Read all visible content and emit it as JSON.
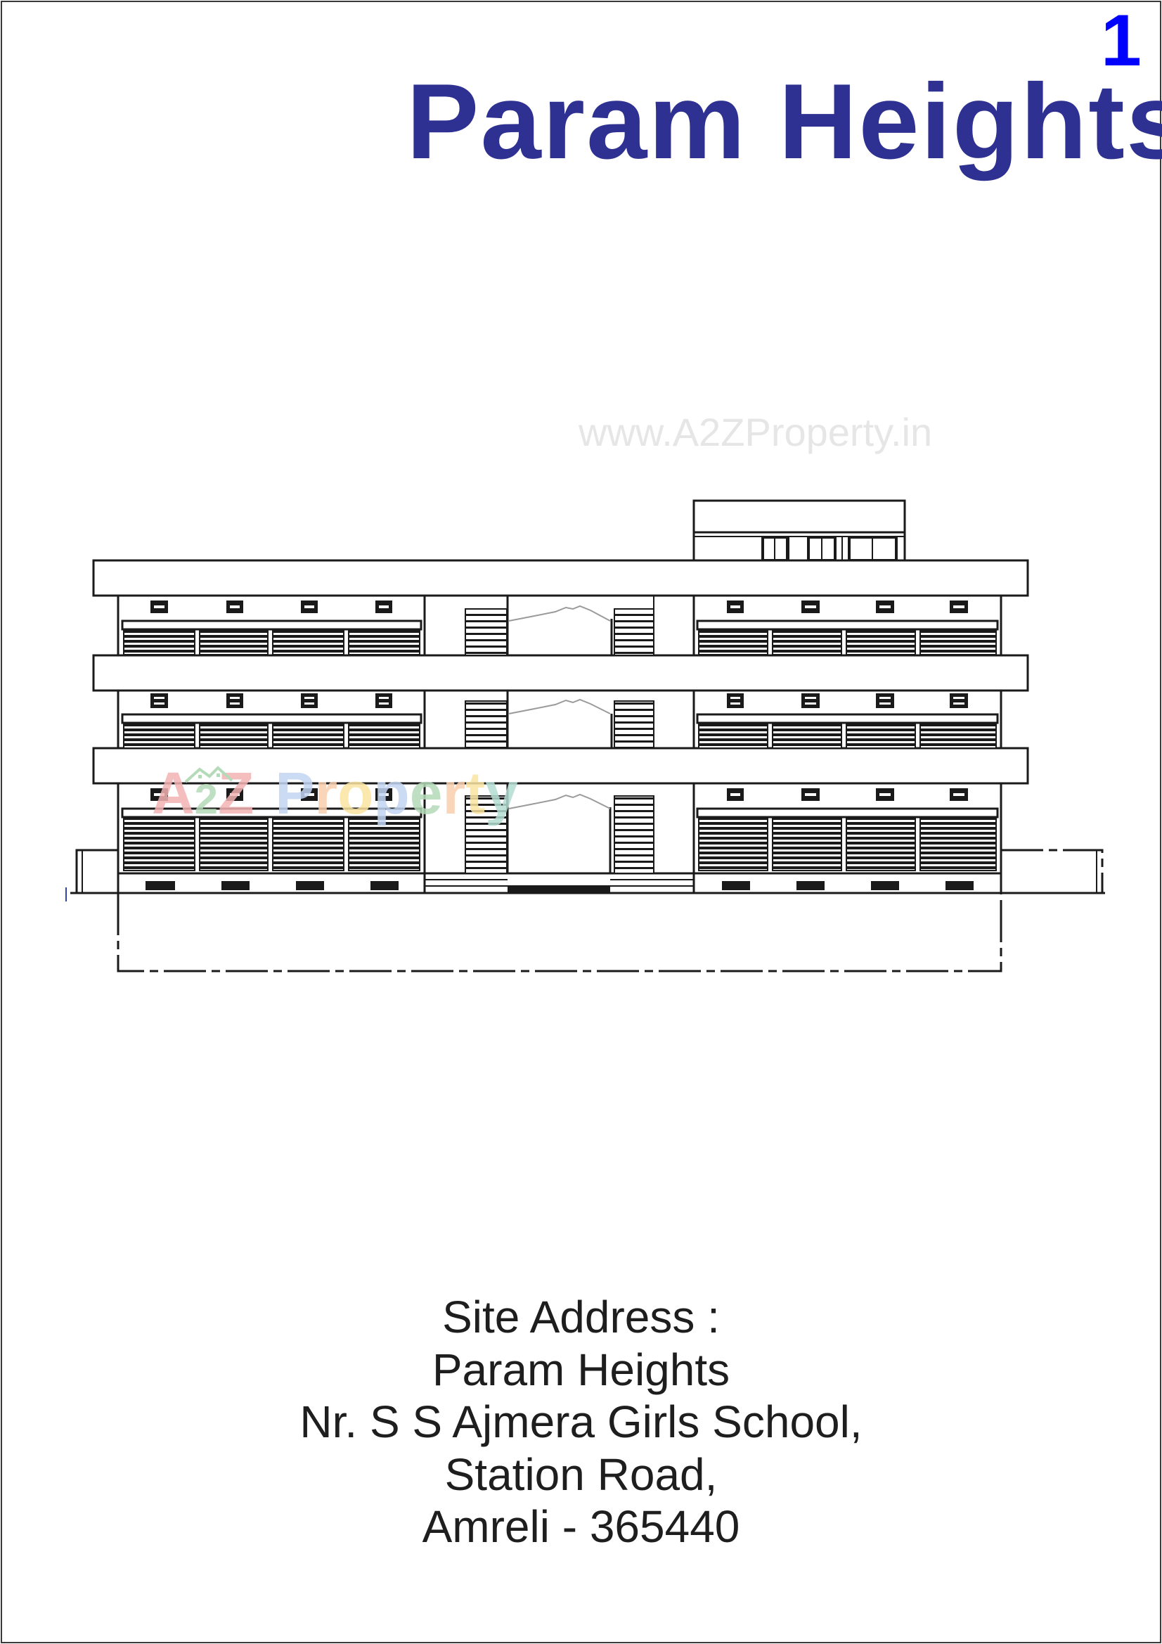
{
  "page": {
    "number": "1",
    "title": "Param Heights",
    "title_color": "#2e3192",
    "number_color": "#0000ff"
  },
  "watermarks": {
    "site_url": "www.A2ZProperty.in",
    "logo": {
      "text": "A2Z Property",
      "letters": [
        {
          "ch": "A",
          "color": "#f4b3b3"
        },
        {
          "ch": "2",
          "color": "#b5dab8"
        },
        {
          "ch": "Z",
          "color": "#f4b3b3"
        },
        {
          "ch": " ",
          "color": "#ffffff"
        },
        {
          "ch": "P",
          "color": "#c3d5f3"
        },
        {
          "ch": "r",
          "color": "#f8cfae"
        },
        {
          "ch": "o",
          "color": "#fbe4a0"
        },
        {
          "ch": "p",
          "color": "#c3d5f3"
        },
        {
          "ch": "e",
          "color": "#b5dab8"
        },
        {
          "ch": "r",
          "color": "#f8cfae"
        },
        {
          "ch": "t",
          "color": "#fbe4a0"
        },
        {
          "ch": "y",
          "color": "#b3ddd2"
        }
      ],
      "icon": "house-roof-icon"
    }
  },
  "drawing": {
    "type": "front-elevation",
    "description": "Front elevation of three-storey commercial building with shop shutters, central staircase bay and rooftop room",
    "floors": 3,
    "shops_per_side_per_floor": 4,
    "line_color": "#1a1a1a"
  },
  "address": {
    "heading": "Site Address :",
    "lines": [
      "Param Heights",
      "Nr. S S Ajmera Girls School,",
      "Station Road,",
      "Amreli - 365440"
    ]
  }
}
